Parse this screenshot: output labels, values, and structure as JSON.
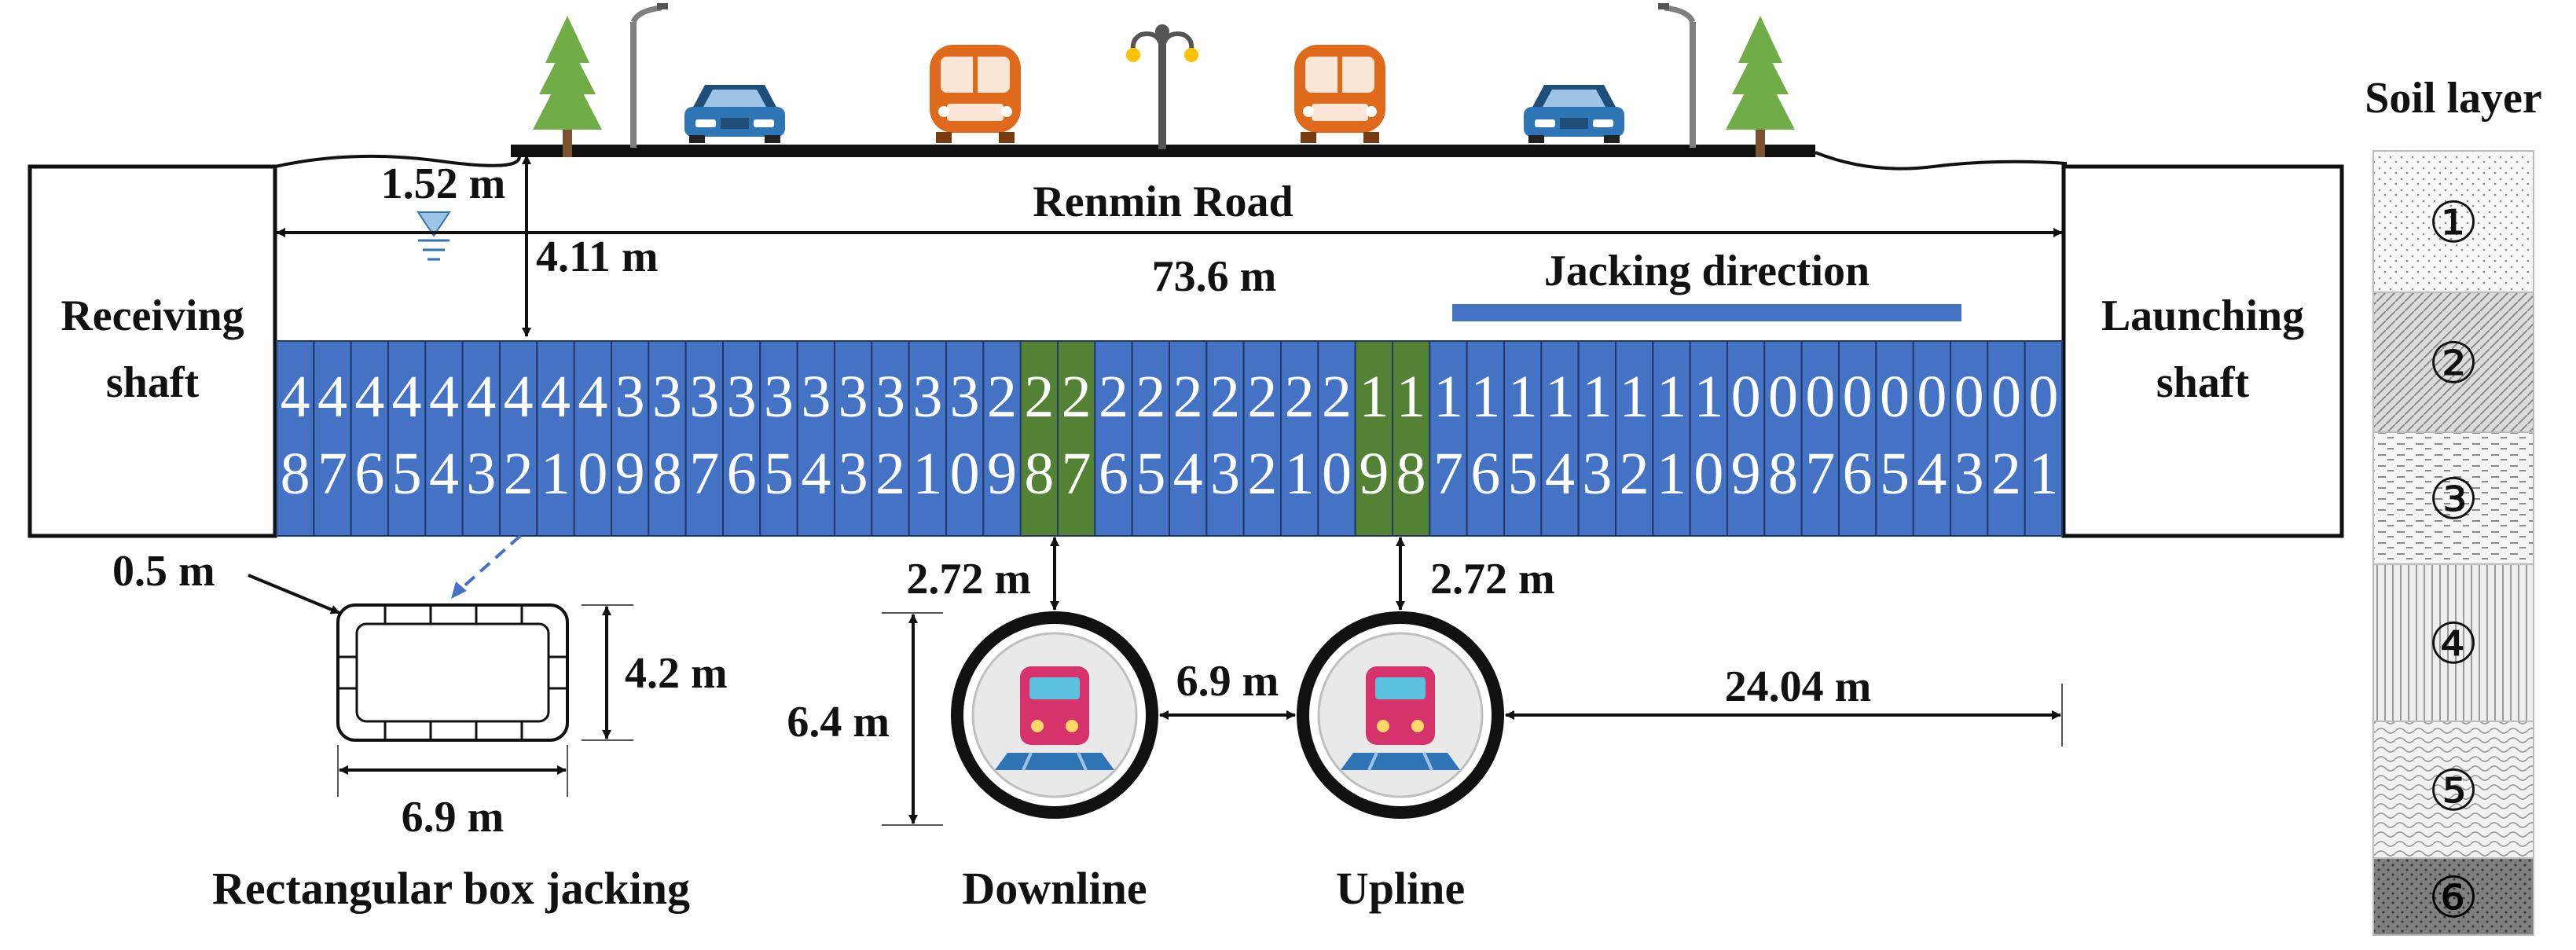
{
  "road": {
    "name": "Renmin Road"
  },
  "shafts": {
    "receiving": [
      "Receiving",
      "shaft"
    ],
    "launching": [
      "Launching",
      "shaft"
    ]
  },
  "jacking": {
    "label": "Jacking direction",
    "arrow_color": "#4472C4"
  },
  "dimensions": {
    "water_depth": "1.52 m",
    "cover_depth": "4.11 m",
    "total_length": "73.6 m",
    "wall_thickness": "0.5 m",
    "box_height": "4.2 m",
    "box_width": "6.9 m",
    "tunnel_diameter": "6.4 m",
    "tunnel_spacing": "6.9 m",
    "clearance_down": "2.72 m",
    "clearance_up": "2.72 m",
    "up_to_shaft": "24.04 m"
  },
  "segments": {
    "count": 48,
    "order": "descending from receiving shaft",
    "highlighted": [
      28,
      27,
      19,
      18
    ],
    "fill_color": "#4472C4",
    "highlight_color": "#548235"
  },
  "box_section": {
    "title": "Rectangular box jacking"
  },
  "tunnels": [
    {
      "label": "Downline"
    },
    {
      "label": "Upline"
    }
  ],
  "soil": {
    "title": "Soil layer",
    "layers": [
      {
        "label": "①",
        "pattern": "dots"
      },
      {
        "label": "②",
        "pattern": "diagonal"
      },
      {
        "label": "③",
        "pattern": "dashes"
      },
      {
        "label": "④",
        "pattern": "vertical"
      },
      {
        "label": "⑤",
        "pattern": "waves"
      },
      {
        "label": "⑥",
        "pattern": "dark-dots"
      }
    ]
  },
  "colors": {
    "tree": "#70AD47",
    "car": "#2E75B6",
    "bus": "#E06A1B",
    "train": "#D6336C",
    "road": "#111111"
  }
}
